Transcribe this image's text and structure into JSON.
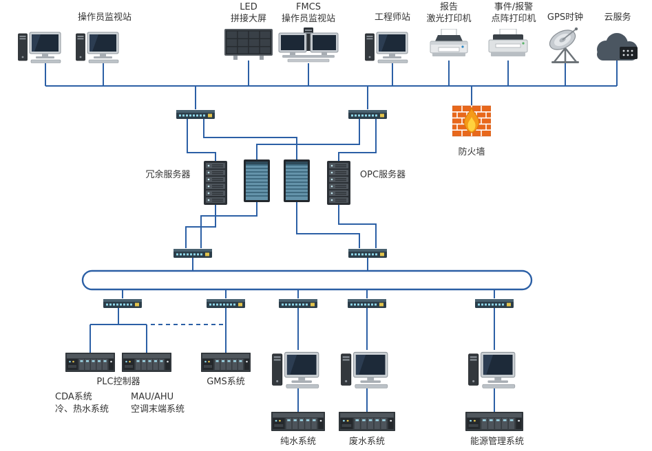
{
  "labels": {
    "operator_station": "操作员监视站",
    "led_wall_1": "LED",
    "led_wall_2": "拼接大屏",
    "fmcs_station_1": "FMCS",
    "fmcs_station_2": "操作员监视站",
    "engineer_station": "工程师站",
    "laser_printer_1": "报告",
    "laser_printer_2": "激光打印机",
    "dot_printer_1": "事件/报警",
    "dot_printer_2": "点阵打印机",
    "gps_clock": "GPS时钟",
    "cloud_service": "云服务",
    "firewall": "防火墙",
    "redundant_server": "冗余服务器",
    "opc_server": "OPC服务器",
    "plc_controller": "PLC控制器",
    "gms_system": "GMS系统",
    "cda_system_1": "CDA系统",
    "cda_system_2": "冷、热水系统",
    "mau_ahu_1": "MAU/AHU",
    "mau_ahu_2": "空调末端系统",
    "pure_water_system": "纯水系统",
    "waste_water_system": "废水系统",
    "energy_mgmt_system": "能源管理系统"
  },
  "colors": {
    "connector_blue": "#2b5fa5",
    "firewall_brick": "#e8681c",
    "flame_orange": "#f59a18",
    "flame_yellow": "#ffd23e"
  },
  "icons": {
    "workstation_icon": "tower-pc-with-monitor",
    "led_wall_icon": "video-wall-grid",
    "dual_station_icon": "dual-monitor-workstation",
    "laser_printer_icon": "laser-printer",
    "dot_printer_icon": "dot-matrix-printer",
    "gps_icon": "satellite-dish",
    "cloud_icon": "cloud-with-server",
    "switch_icon": "network-switch",
    "rack_server_icon": "rack-server",
    "tower_server_icon": "tower-server",
    "plc_icon": "plc-rack",
    "firewall_icon": "brick-wall-with-flame"
  }
}
